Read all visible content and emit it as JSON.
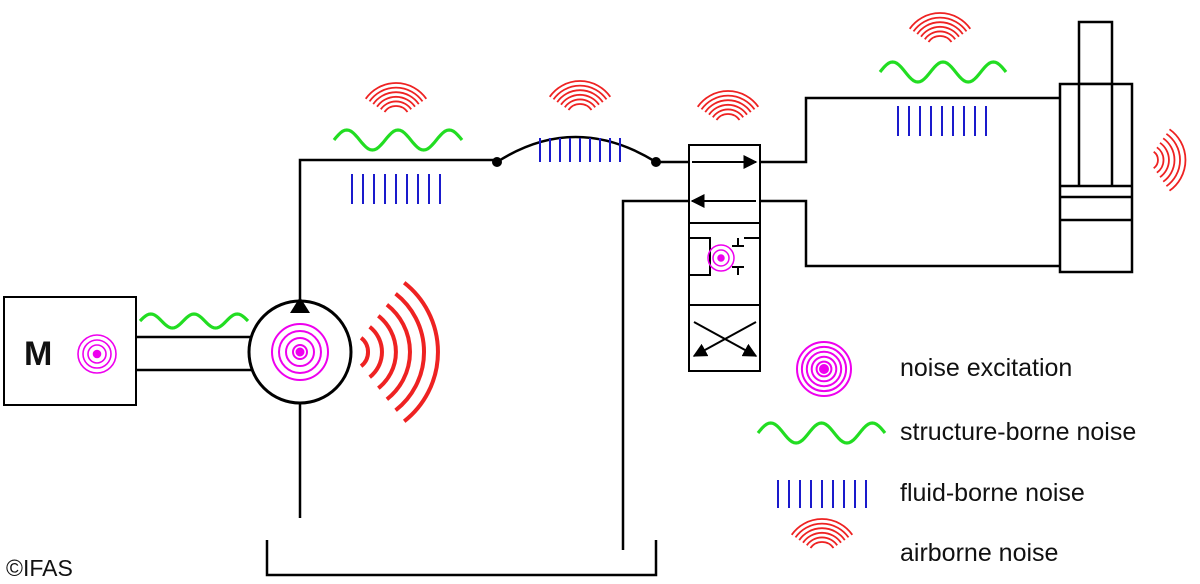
{
  "motor": {
    "label": "M"
  },
  "legend": [
    {
      "kind": "excitation",
      "label": "noise excitation"
    },
    {
      "kind": "structure",
      "label": "structure-borne noise"
    },
    {
      "kind": "fluid",
      "label": "fluid-borne noise"
    },
    {
      "kind": "airborne",
      "label": "airborne noise"
    }
  ],
  "copyright": "©IFAS",
  "colors": {
    "structure": "#22dd22",
    "fluid": "#1a1acc",
    "airborne": "#ee2222",
    "excitation": "#ee00ee",
    "line": "#000000"
  }
}
